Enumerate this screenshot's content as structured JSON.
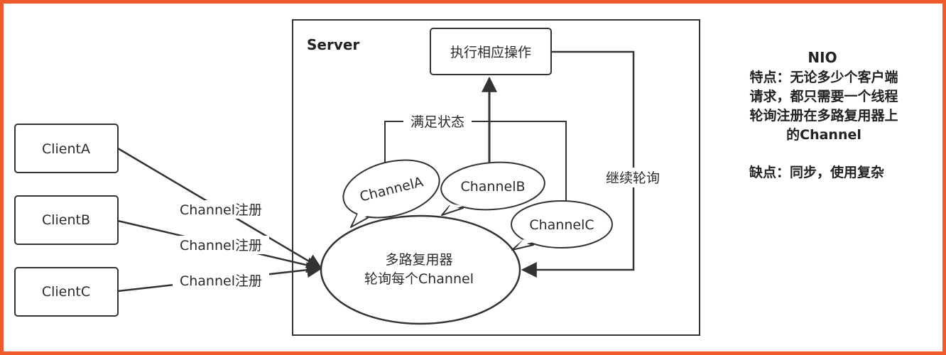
{
  "colors": {
    "frame": "#ee5a2c",
    "stroke": "#333333",
    "text": "#2b2b2b"
  },
  "server": {
    "title": "Server"
  },
  "clients": [
    {
      "label": "ClientA"
    },
    {
      "label": "ClientB"
    },
    {
      "label": "ClientC"
    }
  ],
  "edges": {
    "register_a": "Channel注册",
    "register_b": "Channel注册",
    "register_c": "Channel注册",
    "satisfy_state": "满足状态",
    "continue_poll": "继续轮询"
  },
  "action_box": {
    "label": "执行相应操作"
  },
  "channels": [
    {
      "label": "ChannelA"
    },
    {
      "label": "ChannelB"
    },
    {
      "label": "ChannelC"
    }
  ],
  "multiplexer": {
    "line1": "多路复用器",
    "line2": "轮询每个Channel"
  },
  "notes": {
    "title": "NIO",
    "feature_lines": [
      "特点：无论多少个客户端",
      "请求，都只需要一个线程",
      "轮询注册在多路复用器上",
      "的Channel"
    ],
    "drawback": "缺点：同步，使用复杂"
  }
}
